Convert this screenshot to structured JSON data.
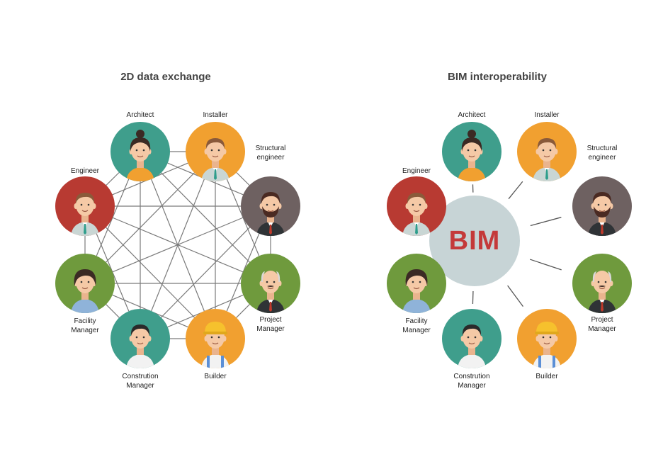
{
  "left": {
    "title": "2D data exchange",
    "roles": [
      {
        "key": "architect",
        "label": "Architect",
        "color": "#3f9e8c",
        "person": "woman"
      },
      {
        "key": "installer",
        "label": "Installer",
        "color": "#f1a030",
        "person": "man-light"
      },
      {
        "key": "structural-engineer",
        "label": "Structural\nengineer",
        "color": "#6e6161",
        "person": "man-beard"
      },
      {
        "key": "project-manager",
        "label": "Project\nManager",
        "color": "#6f9a3d",
        "person": "man-old"
      },
      {
        "key": "builder",
        "label": "Builder",
        "color": "#f1a030",
        "person": "builder"
      },
      {
        "key": "construction-manager",
        "label": "Constrution\nManager",
        "color": "#3f9e8c",
        "person": "man-dark"
      },
      {
        "key": "facility-manager",
        "label": "Facility\nManager",
        "color": "#6f9a3d",
        "person": "woman-short"
      },
      {
        "key": "engineer",
        "label": "Engineer",
        "color": "#b83a32",
        "person": "man-light"
      }
    ]
  },
  "right": {
    "title": "BIM interoperability",
    "hub_label": "BIM",
    "roles": [
      {
        "key": "architect",
        "label": "Architect",
        "color": "#3f9e8c",
        "person": "woman"
      },
      {
        "key": "installer",
        "label": "Installer",
        "color": "#f1a030",
        "person": "man-light"
      },
      {
        "key": "structural-engineer",
        "label": "Structural\nengineer",
        "color": "#6e6161",
        "person": "man-beard"
      },
      {
        "key": "project-manager",
        "label": "Project\nManager",
        "color": "#6f9a3d",
        "person": "man-old"
      },
      {
        "key": "builder",
        "label": "Builder",
        "color": "#f1a030",
        "person": "builder"
      },
      {
        "key": "construction-manager",
        "label": "Constrution\nManager",
        "color": "#3f9e8c",
        "person": "man-dark"
      },
      {
        "key": "facility-manager",
        "label": "Facility\nManager",
        "color": "#6f9a3d",
        "person": "woman-short"
      },
      {
        "key": "engineer",
        "label": "Engineer",
        "color": "#b83a32",
        "person": "man-light"
      }
    ]
  },
  "colors": {
    "line": "#7a7a7a",
    "hub": "#c7d4d6",
    "hub_text": "#c43a3a"
  }
}
